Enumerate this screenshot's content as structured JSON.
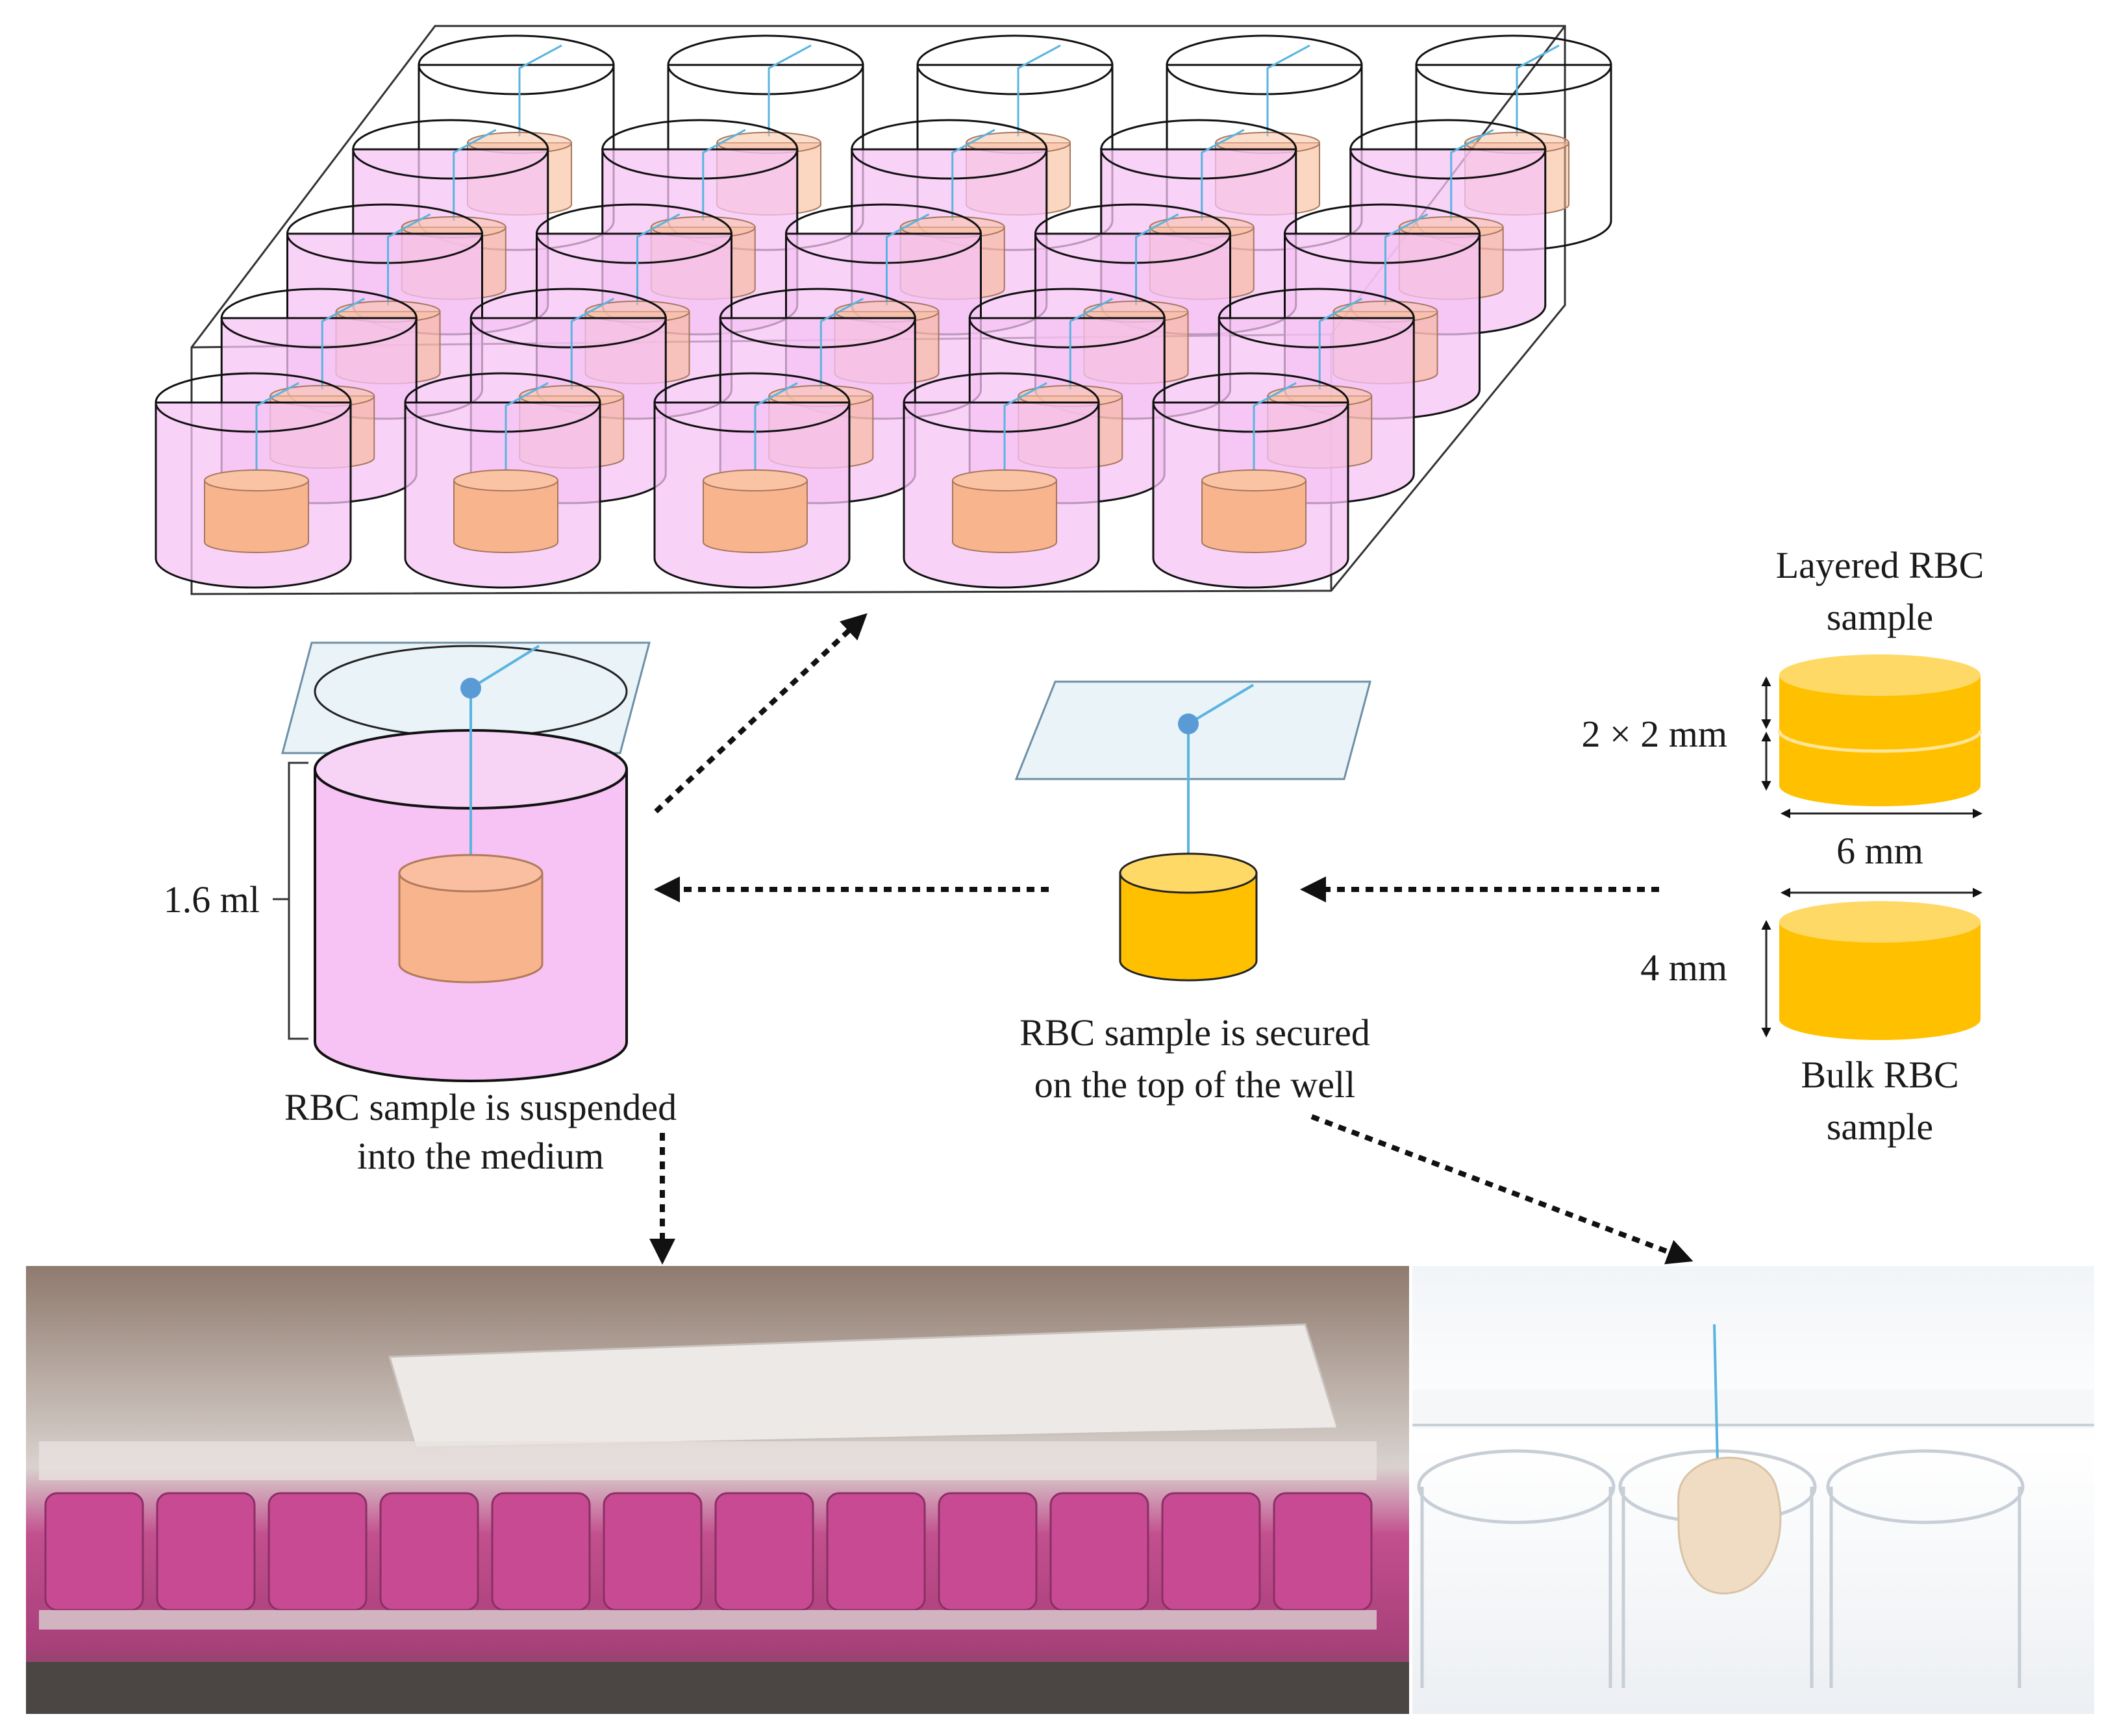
{
  "labels": {
    "layered_title_1": "Layered RBC",
    "layered_title_2": "sample",
    "layered_dim": "2 × 2 mm",
    "width_dim": "6 mm",
    "bulk_dim": "4 mm",
    "bulk_title_1": "Bulk RBC",
    "bulk_title_2": "sample",
    "volume": "1.6 ml",
    "suspended_1": "RBC sample is suspended",
    "suspended_2": "into the medium",
    "secured_1": "RBC sample is secured",
    "secured_2": "on the top of the well"
  },
  "colors": {
    "medium_pink": "#f6c3f4",
    "medium_pink_dark": "#e6a2e4",
    "sample_orange": "#f8b48d",
    "sample_gold": "#ffc000",
    "sample_gold_top": "#ffd966",
    "string_blue": "#5ab4e0",
    "lid_blue": "#e9f3f8",
    "outline": "#111111"
  },
  "icons": {
    "plate": "well-plate-icon",
    "single_well": "single-well-icon",
    "arrow": "dotted-arrow-icon",
    "sample": "cylinder-sample-icon"
  }
}
